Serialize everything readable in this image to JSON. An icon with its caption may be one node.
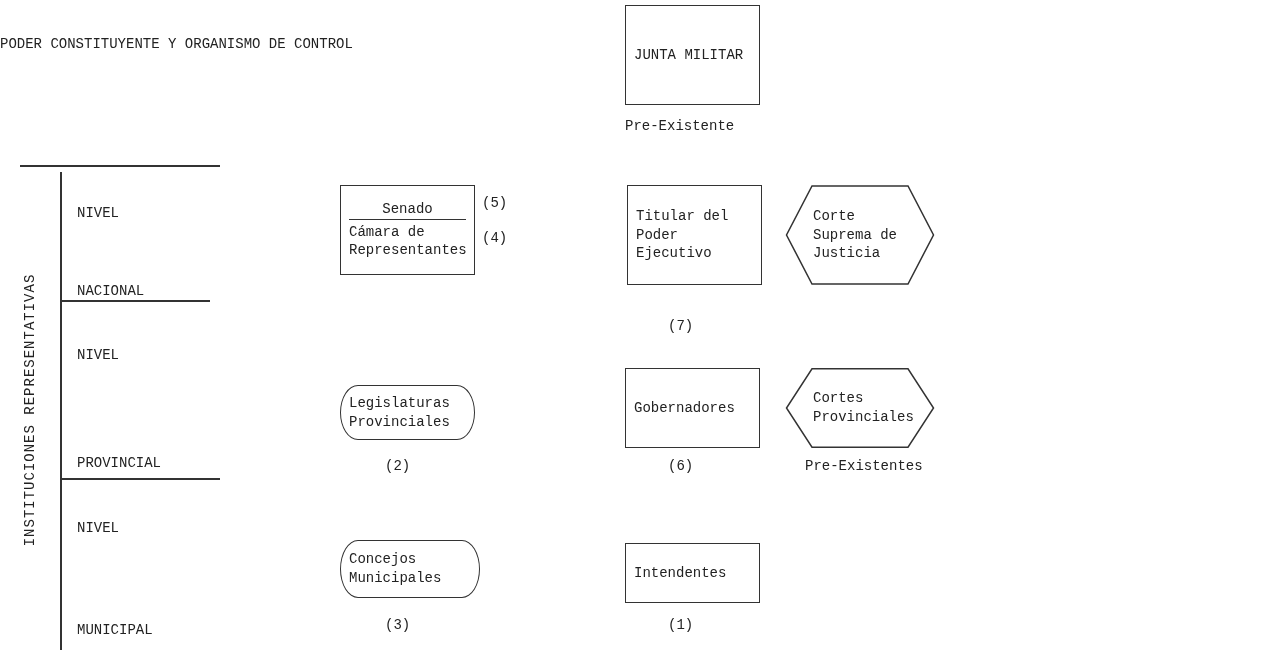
{
  "diagram": {
    "title": "PODER CONSTITUYENTE Y ORGANISMO DE CONTROL",
    "nodes": [
      {
        "text": [
          "JUNTA MILITAR"
        ],
        "beside": [
          "Pre-Existente"
        ]
      },
      {
        "text": [
          "Senado",
          "Cámara de Representantes"
        ],
        "beside": [
          "(5)",
          "(4)"
        ]
      },
      {
        "text": [
          "Titular del Poder Ejecutivo"
        ],
        "beside": [
          "(7)"
        ]
      },
      {
        "text": [
          "Corte Suprema de Justicia"
        ]
      },
      {
        "text": [
          "Legislaturas Provinciales"
        ],
        "beside": [
          "(2)"
        ]
      },
      {
        "text": [
          "Gobernadores"
        ],
        "beside": [
          "(6)"
        ]
      },
      {
        "text": [
          "Cortes Provinciales"
        ],
        "beside": [
          "Pre-Existentes"
        ]
      },
      {
        "text": [
          "Concejos Municipales"
        ],
        "beside": [
          "(3)"
        ]
      },
      {
        "text": [
          "Intendentes"
        ],
        "beside": [
          "(1)"
        ]
      }
    ],
    "labels": [
      "INSTITUCIONES REPRESENTATIVAS",
      "NIVEL",
      "NACIONAL",
      "NIVEL",
      "PROVINCIAL",
      "NIVEL",
      "MUNICIPAL"
    ]
  }
}
